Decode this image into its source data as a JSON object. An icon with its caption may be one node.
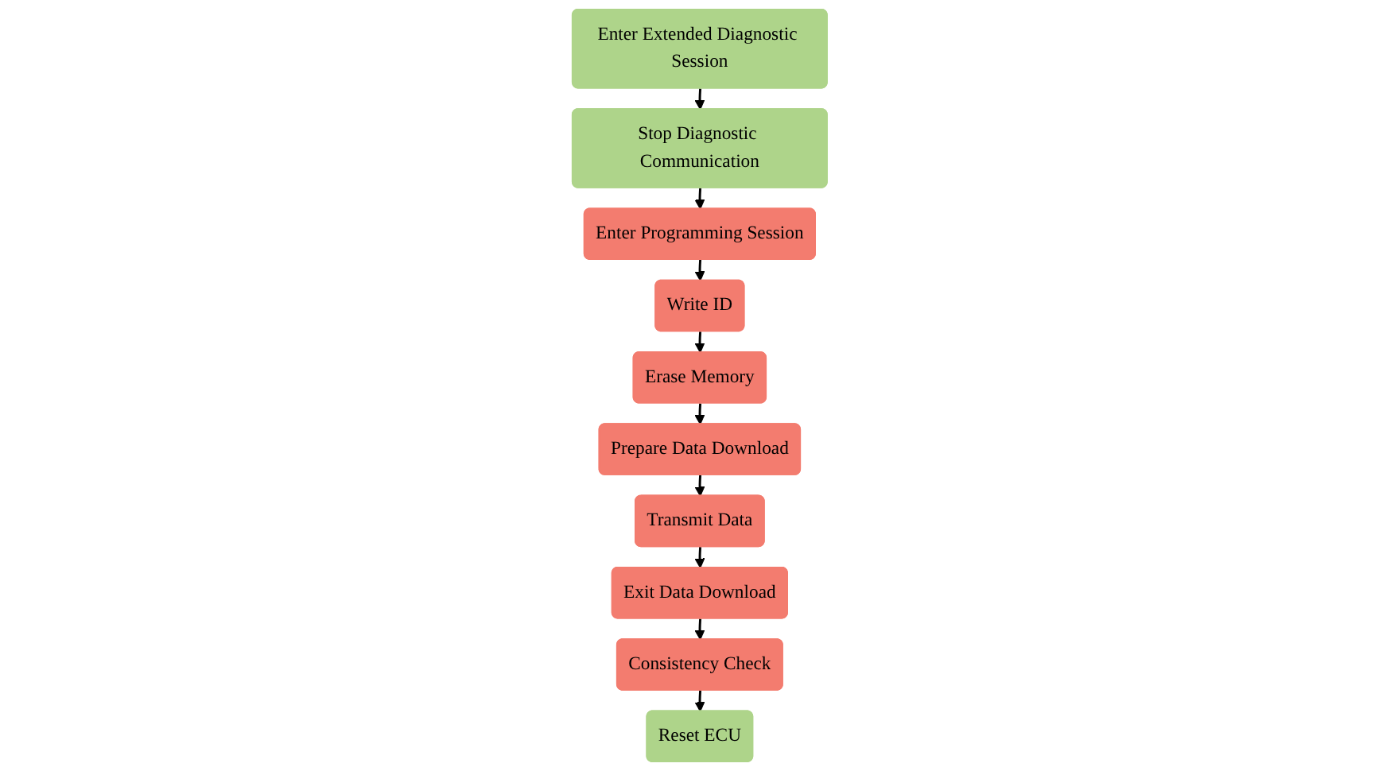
{
  "diagram": {
    "nodes": [
      {
        "text": [
          "Enter Extended Diagnostic Session"
        ]
      },
      {
        "text": [
          "Stop Diagnostic Communication"
        ]
      },
      {
        "text": [
          "Enter Programming Session"
        ]
      },
      {
        "text": [
          "Write ID"
        ]
      },
      {
        "text": [
          "Erase Memory"
        ]
      },
      {
        "text": [
          "Prepare Data Download"
        ]
      },
      {
        "text": [
          "Transmit Data"
        ]
      },
      {
        "text": [
          "Exit Data Download"
        ]
      },
      {
        "text": [
          "Consistency Check"
        ]
      },
      {
        "text": [
          "Reset ECU"
        ]
      }
    ],
    "edges": [
      {
        "from": 0,
        "to": 1,
        "arrow": "to"
      },
      {
        "from": 1,
        "to": 2,
        "arrow": "to"
      },
      {
        "from": 2,
        "to": 3,
        "arrow": "to"
      },
      {
        "from": 3,
        "to": 4,
        "arrow": "to"
      },
      {
        "from": 4,
        "to": 5,
        "arrow": "to"
      },
      {
        "from": 5,
        "to": 6,
        "arrow": "to"
      },
      {
        "from": 6,
        "to": 7,
        "arrow": "to"
      },
      {
        "from": 7,
        "to": 8,
        "arrow": "to"
      },
      {
        "from": 8,
        "to": 9,
        "arrow": "to"
      }
    ]
  }
}
